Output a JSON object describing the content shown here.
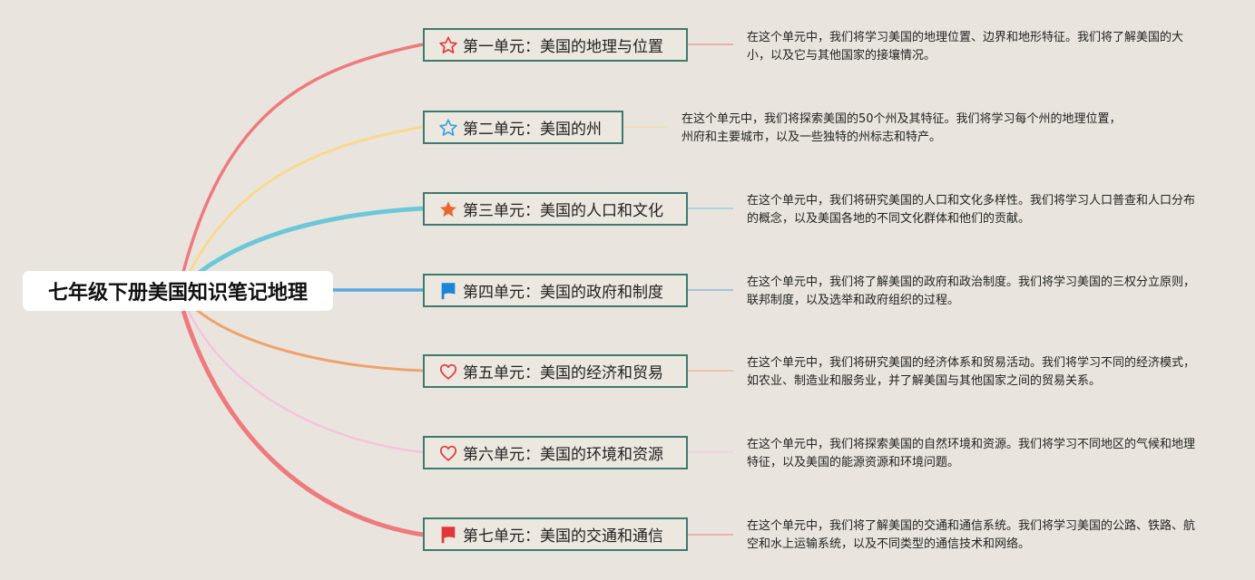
{
  "root_title": "七年级下册美国知识笔记地理",
  "units": [
    {
      "title": "第一单元：美国的地理与位置",
      "desc": "在这个单元中，我们将学习美国的地理位置、边界和地形特征。我们将了解美国的大小，以及它与其他国家的接壤情况。",
      "color": "#ef7a7e",
      "icon": "star-outline-icon",
      "icon_color": "#e0373a"
    },
    {
      "title": "第二单元：美国的州",
      "desc": "在这个单元中，我们将探索美国的50个州及其特征。我们将学习每个州的地理位置，州府和主要城市，以及一些独特的州标志和特产。",
      "color": "#f7d98f",
      "icon": "star-outline-icon",
      "icon_color": "#3a9fde"
    },
    {
      "title": "第三单元：美国的人口和文化",
      "desc": "在这个单元中，我们将研究美国的人口和文化多样性。我们将学习人口普查和人口分布的概念，以及美国各地的不同文化群体和他们的贡献。",
      "color": "#6cc8d8",
      "icon": "star-filled-icon",
      "icon_color": "#e8682e"
    },
    {
      "title": "第四单元：美国的政府和制度",
      "desc": "在这个单元中，我们将了解美国的政府和政治制度。我们将学习美国的三权分立原则，联邦制度，以及选举和政府组织的过程。",
      "color": "#5aa7e0",
      "icon": "flag-icon",
      "icon_color": "#1a86d6"
    },
    {
      "title": "第五单元：美国的经济和贸易",
      "desc": "在这个单元中，我们将研究美国的经济体系和贸易活动。我们将学习不同的经济模式，如农业、制造业和服务业，并了解美国与其他国家之间的贸易关系。",
      "color": "#eea36c",
      "icon": "heart-outline-icon",
      "icon_color": "#e0373a"
    },
    {
      "title": "第六单元：美国的环境和资源",
      "desc": "在这个单元中，我们将探索美国的自然环境和资源。我们将学习不同地区的气候和地理特征，以及美国的能源资源和环境问题。",
      "color": "#f5c3de",
      "icon": "heart-outline-icon",
      "icon_color": "#e0373a"
    },
    {
      "title": "第七单元：美国的交通和通信",
      "desc": "在这个单元中，我们将了解美国的交通和通信系统。我们将学习美国的公路、铁路、航空和水上运输系统，以及不同类型的通信技术和网络。",
      "color": "#ef7a7e",
      "icon": "flag-icon",
      "icon_color": "#e0373a"
    }
  ]
}
